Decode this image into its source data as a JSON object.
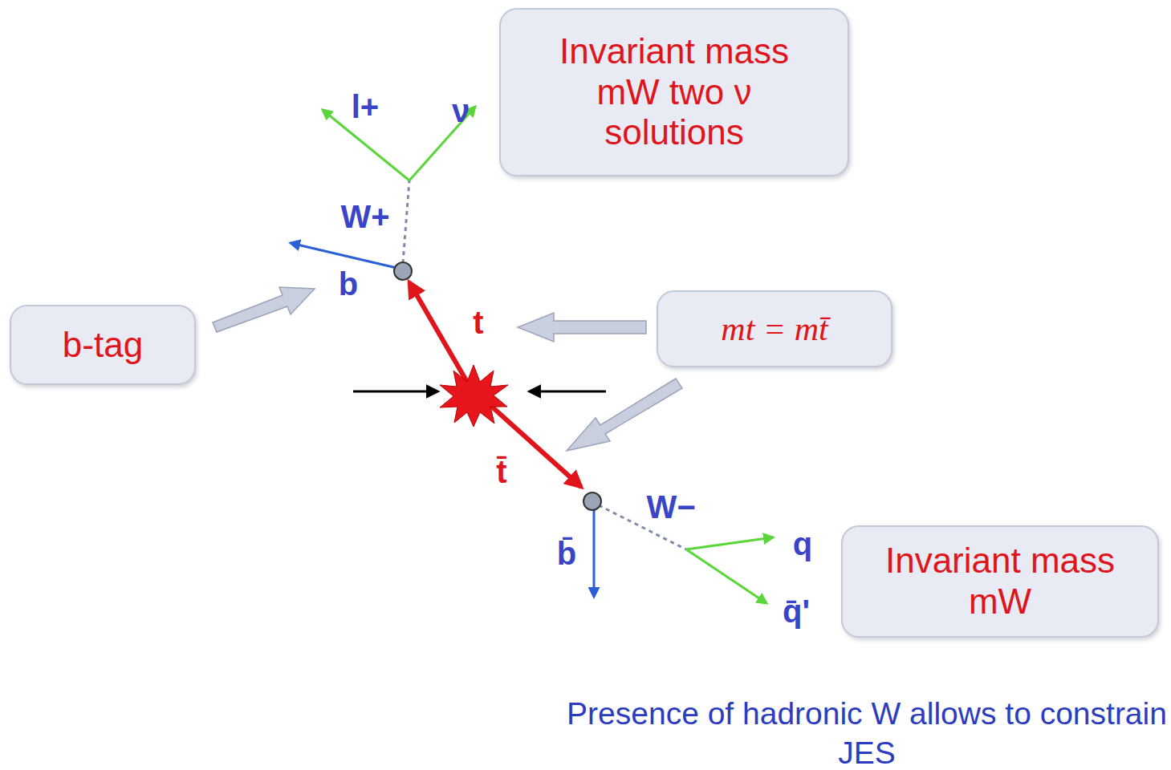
{
  "diagram": {
    "caption": "Presence of hadronic W allows to constrain JES",
    "nodes": [
      {
        "text": [
          "Invariant mass mW two ν solutions"
        ]
      },
      {
        "text": [
          "b-tag"
        ]
      },
      {
        "text": [
          "mt = mt̄"
        ]
      },
      {
        "text": [
          "Invariant mass mW"
        ]
      }
    ],
    "labels": [
      "l+",
      "ν",
      "W+",
      "b",
      "t",
      "t̄",
      "W−",
      "b̄",
      "q",
      "q̄'"
    ]
  }
}
